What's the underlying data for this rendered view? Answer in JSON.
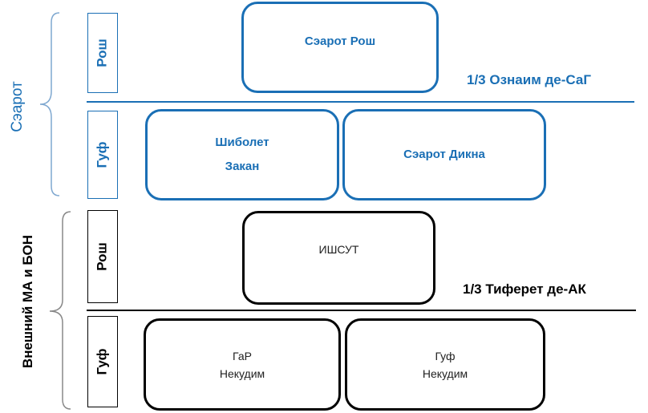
{
  "colors": {
    "upper": "#1a6fb5",
    "lower": "#000000"
  },
  "upper": {
    "side_label": "Сэарот",
    "rosh_label": "Рош",
    "guf_label": "Гуф",
    "level_label": "1/3 Ознаим де-СаГ",
    "boxes": {
      "searot_rosh": "Сэарот Рош",
      "shibolet_line1": "Шиболет",
      "shibolet_line2": "Закан",
      "searot_dikna": "Сэарот Дикна"
    }
  },
  "lower": {
    "side_label": "Внешний МА и БОН",
    "rosh_label": "Рош",
    "guf_label": "Гуф",
    "level_label": "1/3 Тиферет де-АК",
    "boxes": {
      "ishsut": "ИШСУТ",
      "gar_line1": "ГаР",
      "gar_line2": "Некудим",
      "guf_line1": "Гуф",
      "guf_line2": "Некудим"
    }
  }
}
